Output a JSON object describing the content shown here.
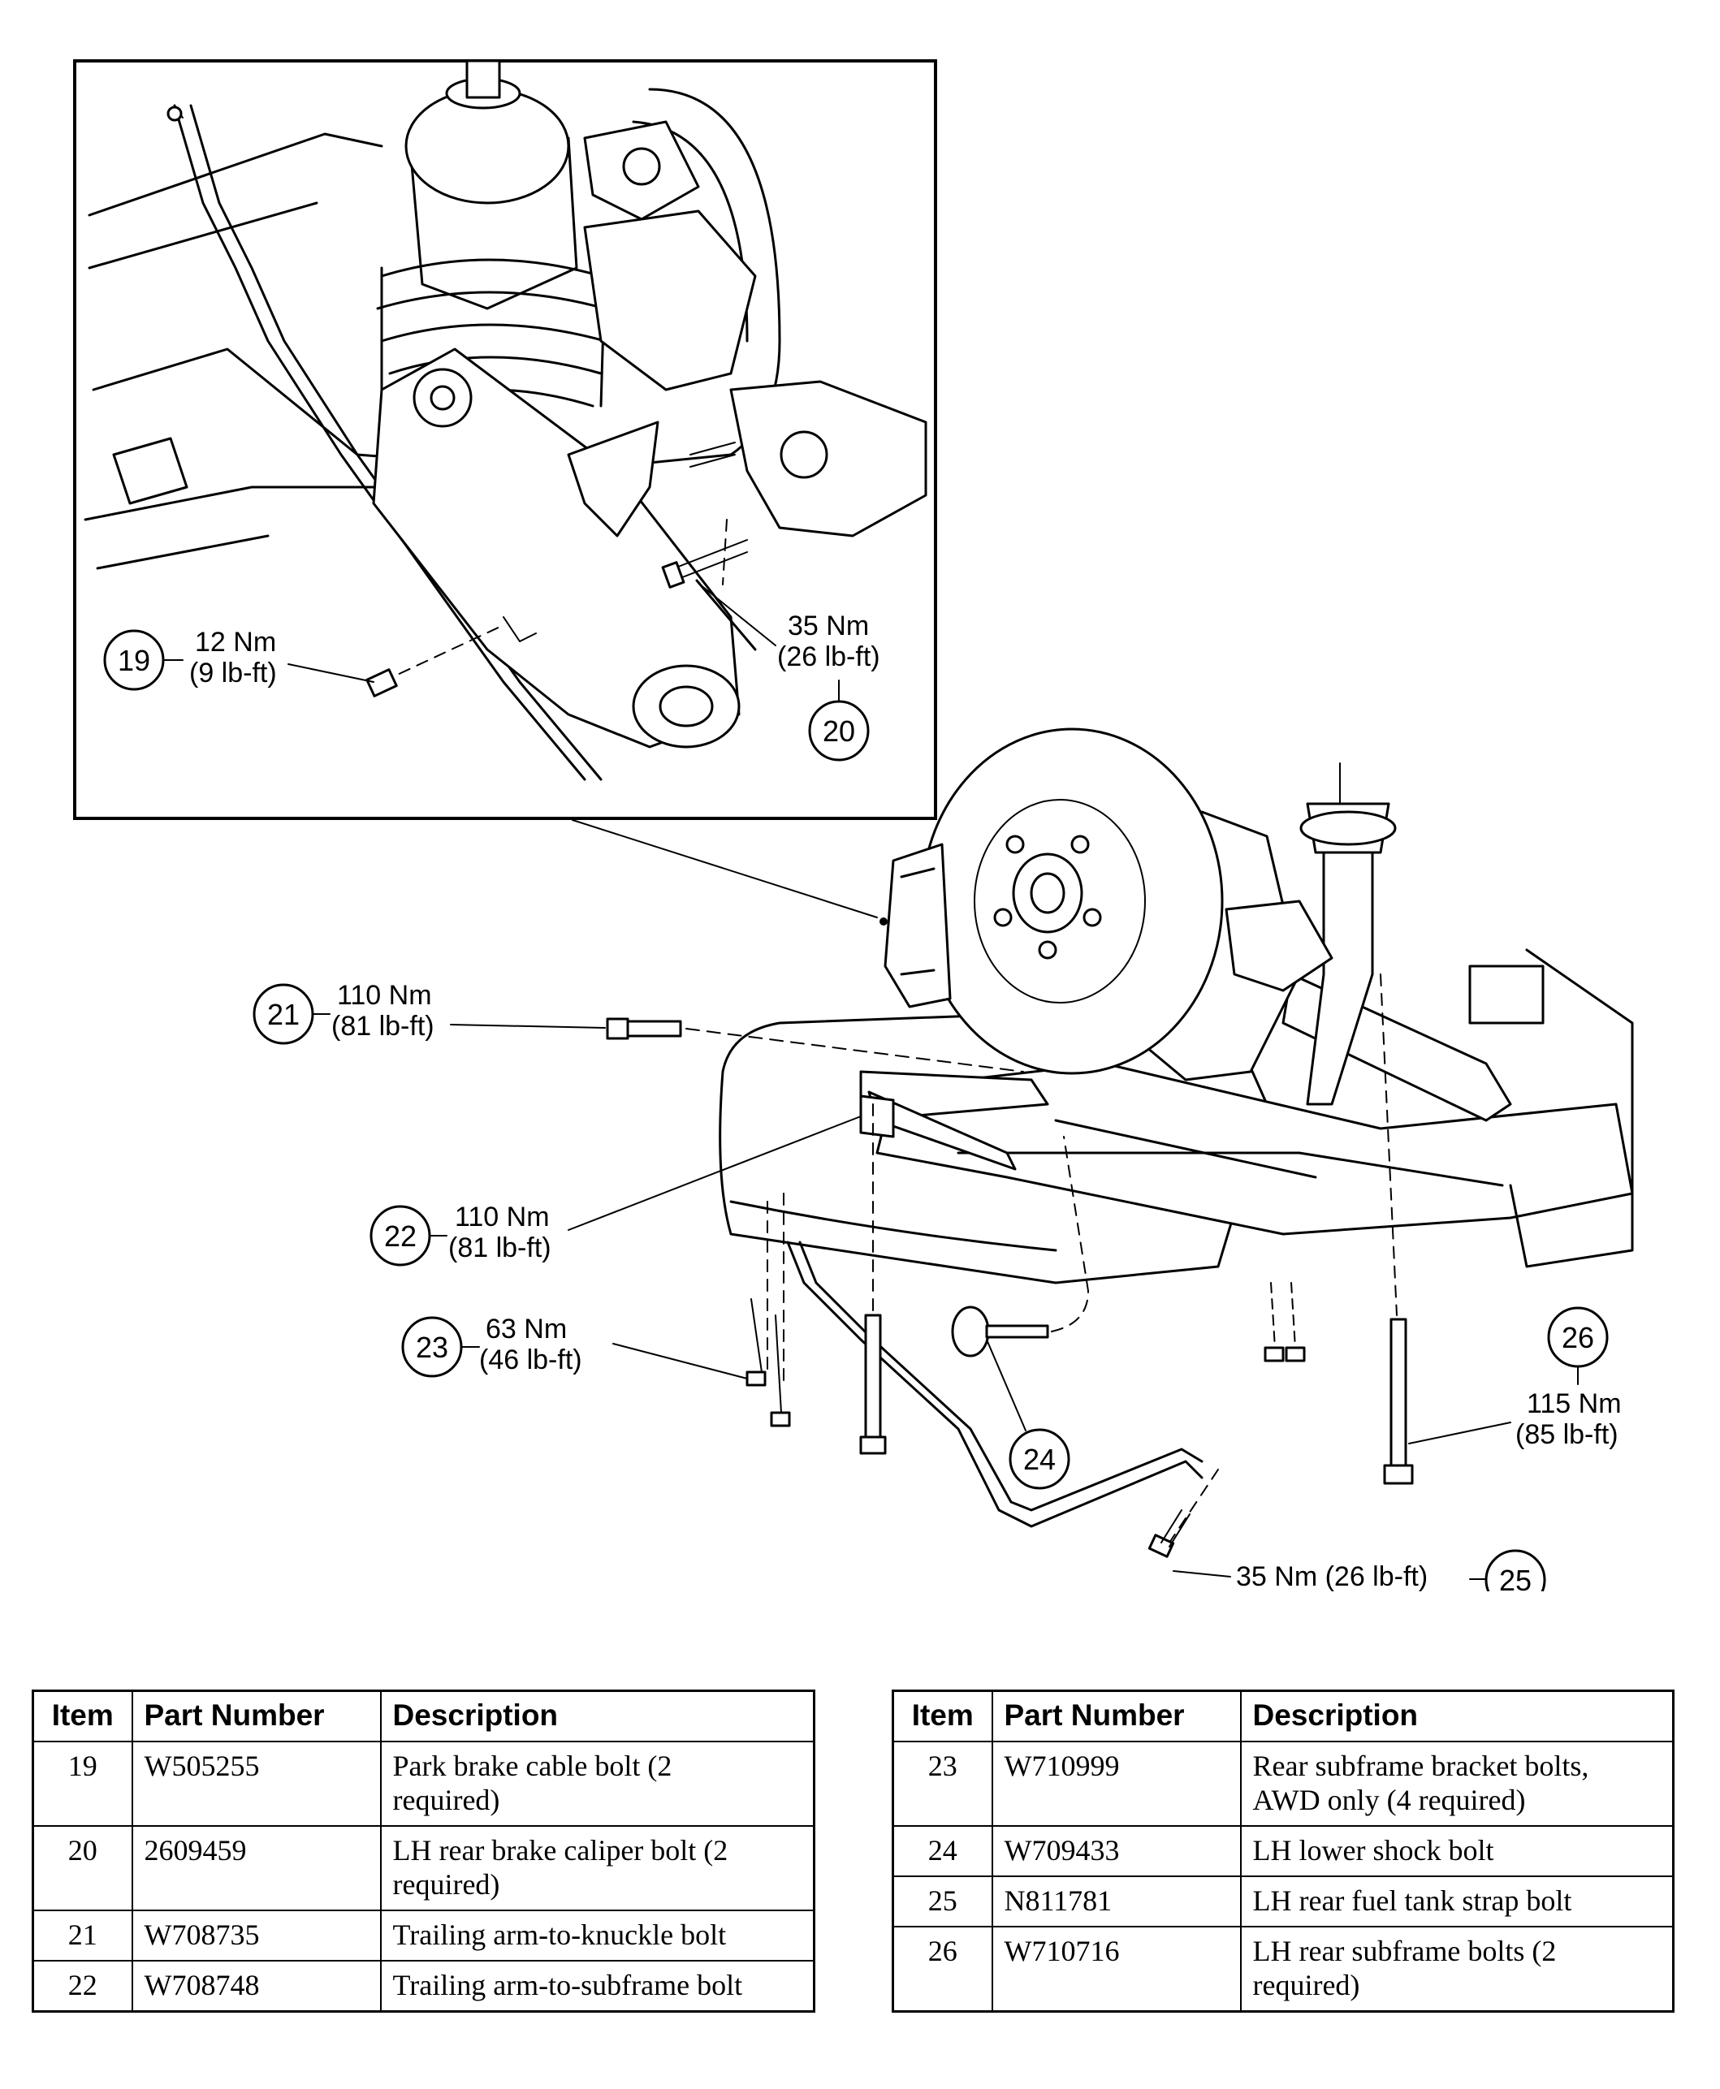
{
  "figure_id": "N0049934",
  "callouts": [
    {
      "item": "19",
      "torque": "12 Nm",
      "torque_imperial": "(9 lb-ft)"
    },
    {
      "item": "20",
      "torque": "35 Nm",
      "torque_imperial": "(26 lb-ft)"
    },
    {
      "item": "21",
      "torque": "110 Nm",
      "torque_imperial": "(81 lb-ft)"
    },
    {
      "item": "22",
      "torque": "110 Nm",
      "torque_imperial": "(81 lb-ft)"
    },
    {
      "item": "23",
      "torque": "63 Nm",
      "torque_imperial": "(46 lb-ft)"
    },
    {
      "item": "24",
      "torque": "",
      "torque_imperial": ""
    },
    {
      "item": "25",
      "torque": "35 Nm (26 lb-ft)",
      "torque_imperial": ""
    },
    {
      "item": "26",
      "torque": "115 Nm",
      "torque_imperial": "(85 lb-ft)"
    }
  ],
  "table_headers": {
    "item": "Item",
    "part_number": "Part Number",
    "description": "Description"
  },
  "parts_left": [
    {
      "item": "19",
      "part_number": "W505255",
      "description_lines": [
        "Park brake cable bolt (2",
        "required)"
      ]
    },
    {
      "item": "20",
      "part_number": "2609459",
      "description_lines": [
        "LH rear brake caliper bolt (2",
        "required)"
      ]
    },
    {
      "item": "21",
      "part_number": "W708735",
      "description_lines": [
        "Trailing arm-to-knuckle bolt"
      ]
    },
    {
      "item": "22",
      "part_number": "W708748",
      "description_lines": [
        "Trailing arm-to-subframe bolt"
      ]
    }
  ],
  "parts_right": [
    {
      "item": "23",
      "part_number": "W710999",
      "description_lines": [
        "Rear subframe bracket bolts,",
        "AWD only (4 required)"
      ]
    },
    {
      "item": "24",
      "part_number": "W709433",
      "description_lines": [
        "LH lower shock bolt"
      ]
    },
    {
      "item": "25",
      "part_number": "N811781",
      "description_lines": [
        "LH rear fuel tank strap bolt"
      ]
    },
    {
      "item": "26",
      "part_number": "W710716",
      "description_lines": [
        "LH rear subframe bolts (2",
        "required)"
      ]
    }
  ]
}
